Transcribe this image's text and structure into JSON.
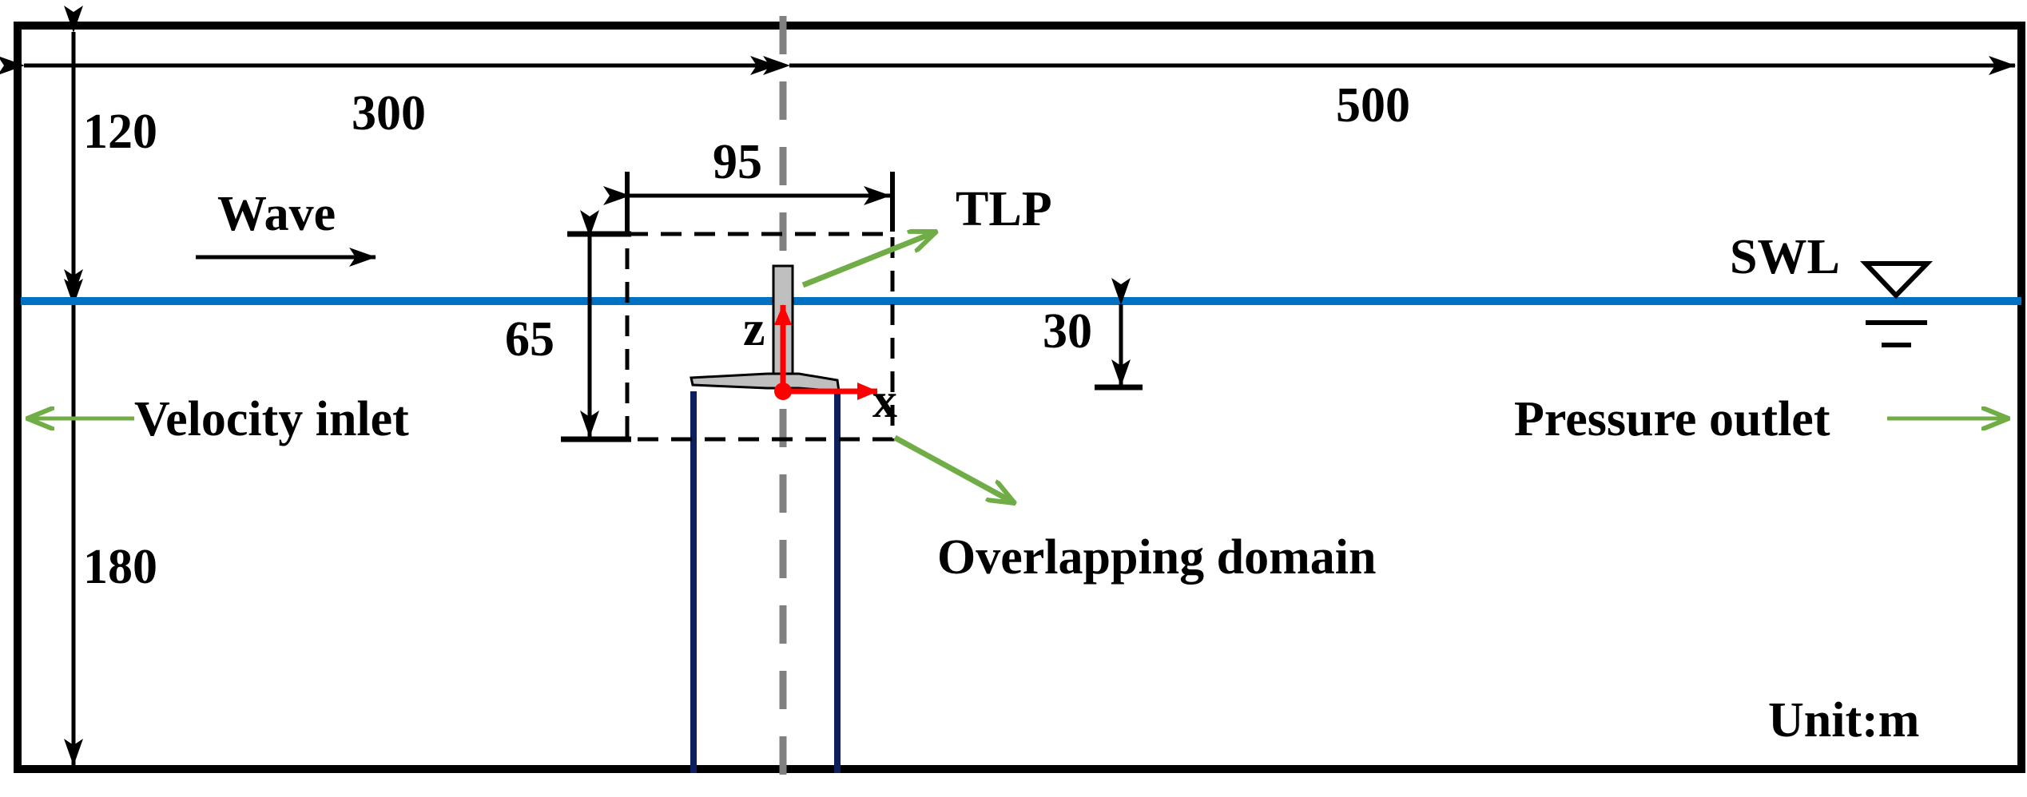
{
  "labels": {
    "dim_left": "300",
    "dim_right": "500",
    "dim_top_depth": "120",
    "dim_bottom_depth": "180",
    "dim_overlap_width": "95",
    "dim_overlap_height": "65",
    "dim_draft": "30",
    "wave": "Wave",
    "tlp": "TLP",
    "swl": "SWL",
    "velocity_inlet": "Velocity inlet",
    "pressure_outlet": "Pressure outlet",
    "overlapping_domain": "Overlapping domain",
    "axis_z": "z",
    "axis_x": "x",
    "unit": "Unit:m"
  },
  "colors": {
    "border": "#000000",
    "water_line": "#0070c0",
    "annotation_arrow": "#70ad47",
    "axis": "#ff0000",
    "centerline": "#808080",
    "cylinder": "#0d1f5c",
    "structure_fill": "#bfbfbf"
  }
}
